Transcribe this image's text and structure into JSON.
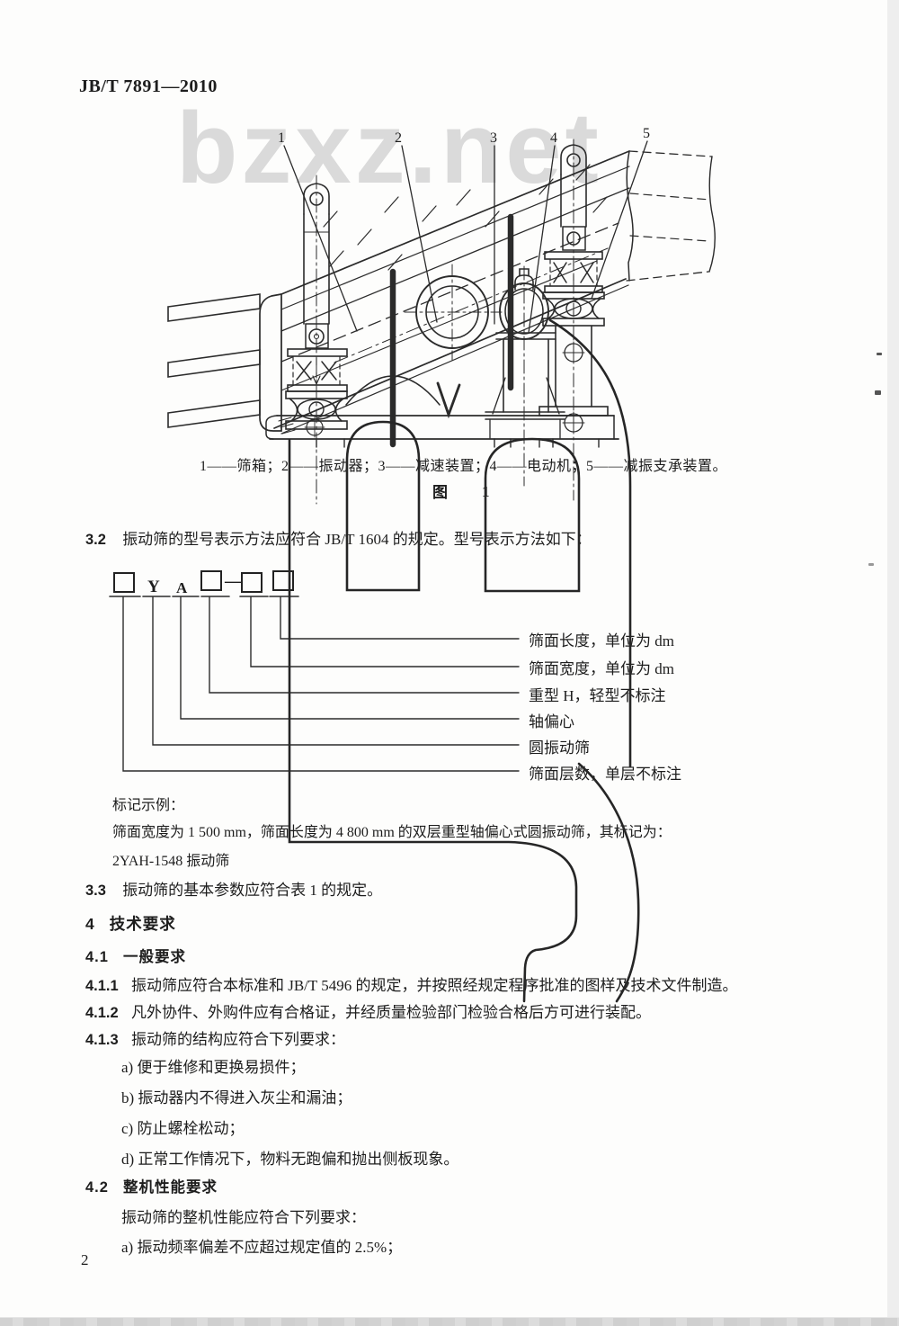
{
  "header": {
    "standard_code": "JB/T 7891—2010"
  },
  "watermark": {
    "text": "bzxz.net"
  },
  "figure": {
    "callout_1": "1",
    "callout_2": "2",
    "callout_3": "3",
    "callout_4": "4",
    "callout_5": "5",
    "caption": "1——筛箱；2——振动器；3——减速装置；4——电动机；5——减振支承装置。",
    "label": "图",
    "number": "1"
  },
  "clause_3_2": {
    "number": "3.2",
    "text": "振动筛的型号表示方法应符合 JB/T 1604 的规定。型号表示方法如下："
  },
  "designation": {
    "letter_y": "Y",
    "letter_a": "A",
    "dash": "—",
    "labels": [
      "筛面长度，单位为 dm",
      "筛面宽度，单位为 dm",
      "重型 H，轻型不标注",
      "轴偏心",
      "圆振动筛",
      "筛面层数，单层不标注"
    ]
  },
  "marking_example": {
    "title": "标记示例：",
    "description": "筛面宽度为 1 500 mm，筛面长度为 4 800 mm 的双层重型轴偏心式圆振动筛，其标记为：",
    "designation_result": "2YAH-1548 振动筛"
  },
  "clause_3_3": {
    "number": "3.3",
    "text": "振动筛的基本参数应符合表 1 的规定。"
  },
  "section_4": {
    "number": "4",
    "title": "技术要求"
  },
  "section_4_1": {
    "number": "4.1",
    "title": "一般要求"
  },
  "clause_4_1_1": {
    "number": "4.1.1",
    "text": "振动筛应符合本标准和 JB/T 5496 的规定，并按照经规定程序批准的图样及技术文件制造。"
  },
  "clause_4_1_2": {
    "number": "4.1.2",
    "text": "凡外协件、外购件应有合格证，并经质量检验部门检验合格后方可进行装配。"
  },
  "clause_4_1_3": {
    "number": "4.1.3",
    "text": "振动筛的结构应符合下列要求："
  },
  "list_4_1_3": {
    "item_a": "a) 便于维修和更换易损件；",
    "item_b": "b) 振动器内不得进入灰尘和漏油；",
    "item_c": "c) 防止螺栓松动；",
    "item_d": "d) 正常工作情况下，物料无跑偏和抛出侧板现象。"
  },
  "section_4_2": {
    "number": "4.2",
    "title": "整机性能要求",
    "intro": "振动筛的整机性能应符合下列要求：",
    "item_a": "a) 振动频率偏差不应超过规定值的 2.5%；"
  },
  "footer": {
    "page_number": "2"
  }
}
